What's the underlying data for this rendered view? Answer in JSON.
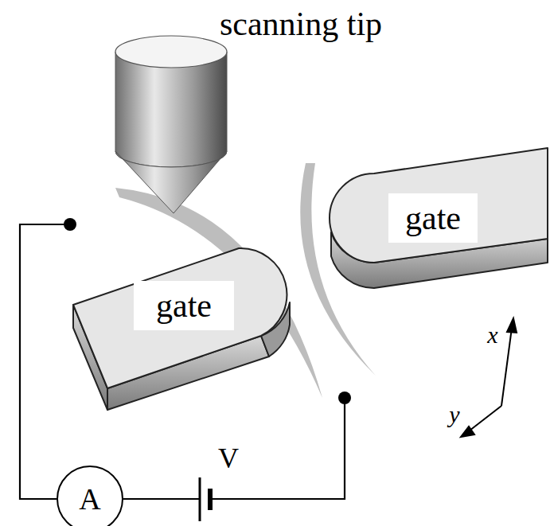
{
  "diagram": {
    "nodes": [
      {
        "text": [
          "gate"
        ]
      },
      {
        "text": [
          "gate"
        ]
      },
      {
        "text": [
          "A"
        ]
      }
    ],
    "labels": [
      "scanning tip",
      "V",
      "x",
      "y"
    ]
  }
}
